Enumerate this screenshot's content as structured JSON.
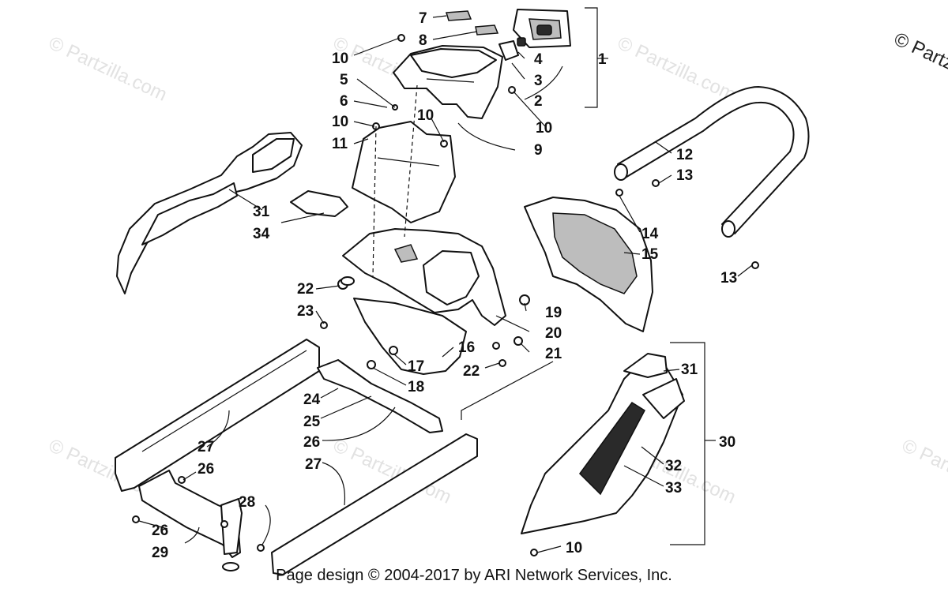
{
  "watermark": {
    "text": "© Partzilla.com",
    "corner_text": "© Partz"
  },
  "footer": {
    "text": "Page design © 2004-2017 by ARI Network Services, Inc."
  },
  "callouts": [
    {
      "id": "c1",
      "label": "1"
    },
    {
      "id": "c2",
      "label": "2"
    },
    {
      "id": "c3",
      "label": "3"
    },
    {
      "id": "c4",
      "label": "4"
    },
    {
      "id": "c5",
      "label": "5"
    },
    {
      "id": "c6",
      "label": "6"
    },
    {
      "id": "c7",
      "label": "7"
    },
    {
      "id": "c8",
      "label": "8"
    },
    {
      "id": "c9",
      "label": "9"
    },
    {
      "id": "c10a",
      "label": "10"
    },
    {
      "id": "c10b",
      "label": "10"
    },
    {
      "id": "c10c",
      "label": "10"
    },
    {
      "id": "c10d",
      "label": "10"
    },
    {
      "id": "c10e",
      "label": "10"
    },
    {
      "id": "c11",
      "label": "11"
    },
    {
      "id": "c12",
      "label": "12"
    },
    {
      "id": "c13a",
      "label": "13"
    },
    {
      "id": "c13b",
      "label": "13"
    },
    {
      "id": "c14",
      "label": "14"
    },
    {
      "id": "c15",
      "label": "15"
    },
    {
      "id": "c16",
      "label": "16"
    },
    {
      "id": "c17",
      "label": "17"
    },
    {
      "id": "c18",
      "label": "18"
    },
    {
      "id": "c19",
      "label": "19"
    },
    {
      "id": "c20",
      "label": "20"
    },
    {
      "id": "c21",
      "label": "21"
    },
    {
      "id": "c22a",
      "label": "22"
    },
    {
      "id": "c22b",
      "label": "22"
    },
    {
      "id": "c23",
      "label": "23"
    },
    {
      "id": "c24",
      "label": "24"
    },
    {
      "id": "c25",
      "label": "25"
    },
    {
      "id": "c26a",
      "label": "26"
    },
    {
      "id": "c26b",
      "label": "26"
    },
    {
      "id": "c26c",
      "label": "26"
    },
    {
      "id": "c27a",
      "label": "27"
    },
    {
      "id": "c27b",
      "label": "27"
    },
    {
      "id": "c28",
      "label": "28"
    },
    {
      "id": "c29",
      "label": "29"
    },
    {
      "id": "c30",
      "label": "30"
    },
    {
      "id": "c31a",
      "label": "31"
    },
    {
      "id": "c31b",
      "label": "31"
    },
    {
      "id": "c32",
      "label": "32"
    },
    {
      "id": "c33",
      "label": "33"
    },
    {
      "id": "c34",
      "label": "34"
    }
  ]
}
